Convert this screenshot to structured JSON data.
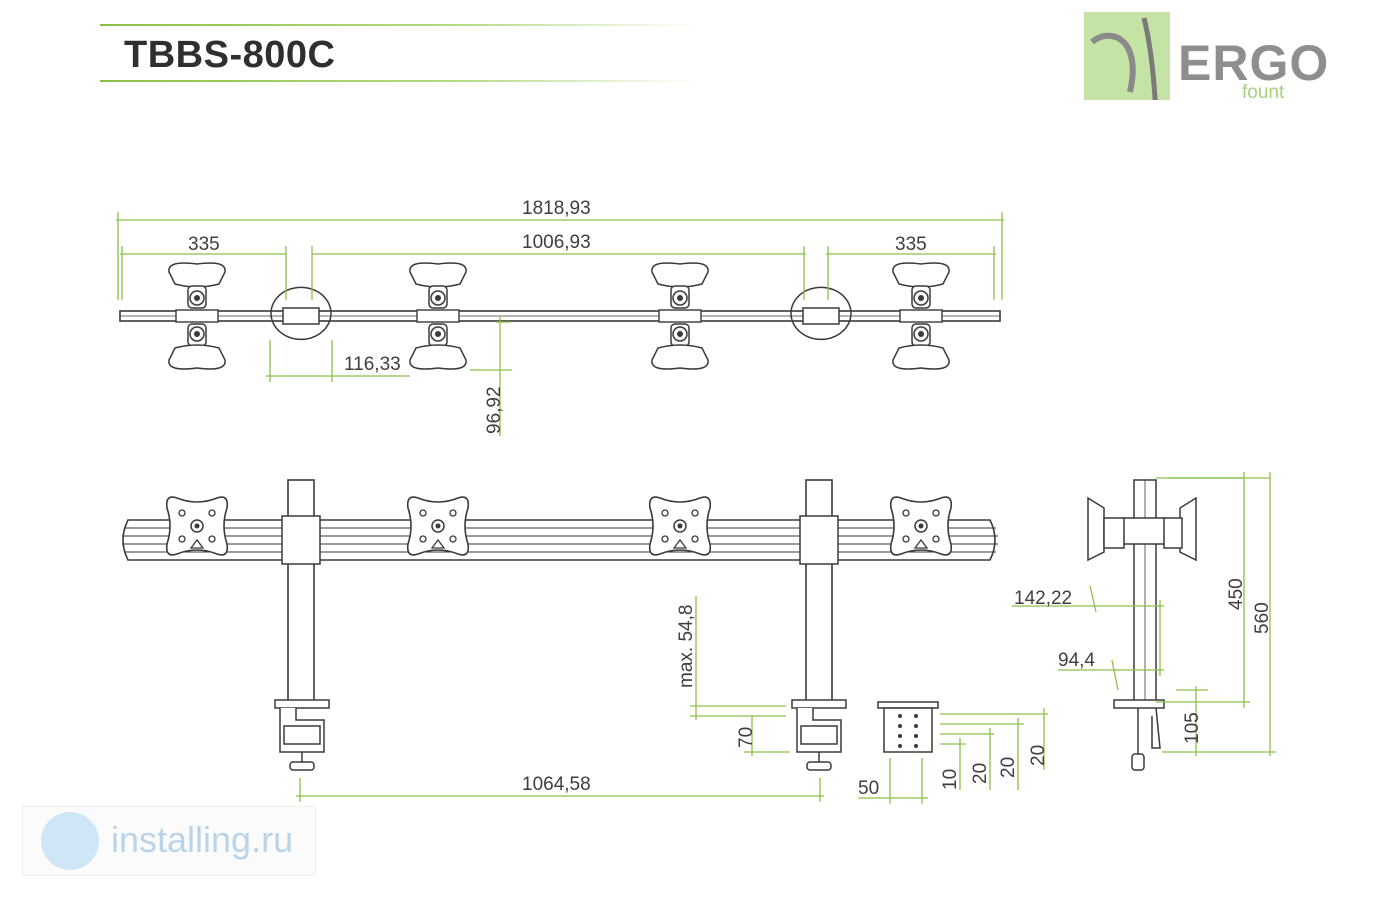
{
  "title": "TBBS-800C",
  "logo": {
    "word": "ERGO",
    "sub": "fount"
  },
  "watermark": {
    "text": "installing.ru"
  },
  "colors": {
    "dimension_line": "#8cc04a",
    "outline": "#3a3a3a",
    "brand_green": "#c6e3a6"
  },
  "dimensions": {
    "total_length": "1818,93",
    "left_offset": "335",
    "center_span": "1006,93",
    "right_offset": "335",
    "clamp_width_top": "116,33",
    "bar_depth": "96,92",
    "max_thickness": "max. 54,8",
    "clamp_height": "70",
    "pole_spacing": "1064,58",
    "base_width": "50",
    "step_10": "10",
    "step_20a": "20",
    "step_20b": "20",
    "step_20c": "20",
    "arm_depth": "142,22",
    "pole_depth": "94,4",
    "pole_height": "450",
    "total_height": "560",
    "clamp_base": "105"
  }
}
